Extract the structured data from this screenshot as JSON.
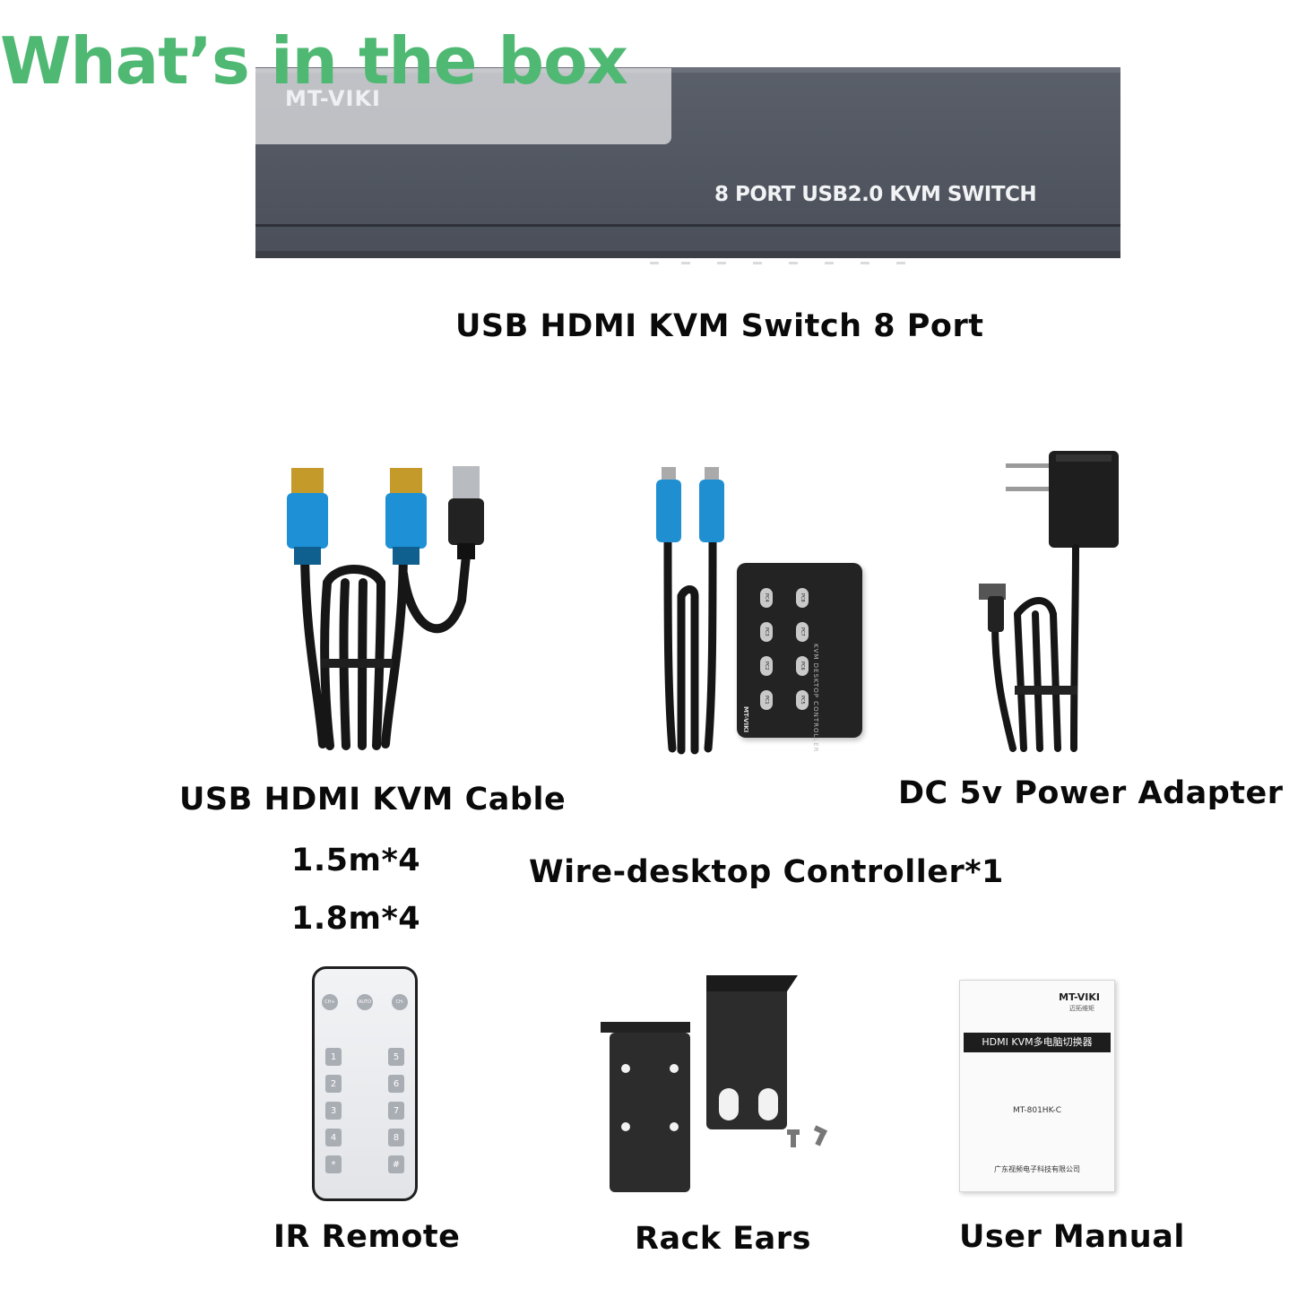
{
  "headline": "What’s in the box",
  "switch_device": {
    "brand": "MT-VIKI",
    "panel_text": "8 PORT USB2.0 KVM SWITCH",
    "caption": "USB HDMI KVM Switch 8 Port"
  },
  "kvm_cable": {
    "caption": "USB HDMI KVM Cable",
    "qty_line_1": "1.5m*4",
    "qty_line_2": "1.8m*4"
  },
  "controller": {
    "caption": "Wire-desktop Controller*1",
    "brand": "MT-VIKI",
    "side_text": "KVM DESKTOP CONTROLLER",
    "buttons": [
      "PC4",
      "PC8",
      "PC3",
      "PC7",
      "PC2",
      "PC6",
      "PC1",
      "PC5"
    ]
  },
  "power_adapter": {
    "caption": "DC 5v Power Adapter"
  },
  "ir_remote": {
    "caption": "IR Remote",
    "top_buttons": [
      "CH+",
      "AUTO",
      "CH-"
    ],
    "left_keys": [
      "1",
      "2",
      "3",
      "4",
      "*"
    ],
    "right_keys": [
      "5",
      "6",
      "7",
      "8",
      "#"
    ]
  },
  "rack_ears": {
    "caption": "Rack Ears"
  },
  "user_manual": {
    "caption": "User Manual",
    "brand": "MT-VIKI",
    "brand_sub": "迈拓维矩",
    "title": "HDMI KVM多电脑切换器",
    "model": "MT-801HK-C",
    "company": "广东视频电子科技有限公司"
  }
}
